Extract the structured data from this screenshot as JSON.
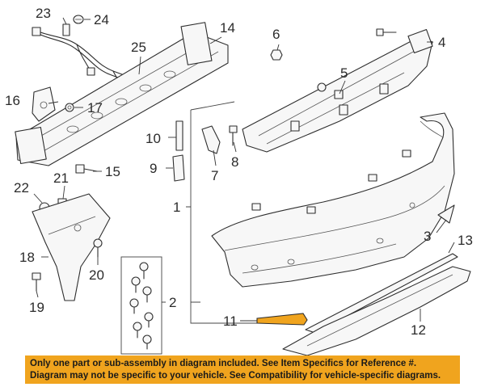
{
  "callouts": [
    "1",
    "2",
    "3",
    "4",
    "5",
    "6",
    "7",
    "8",
    "9",
    "10",
    "11",
    "12",
    "13",
    "14",
    "15",
    "16",
    "17",
    "18",
    "19",
    "20",
    "21",
    "22",
    "23",
    "24",
    "25"
  ],
  "notice": {
    "line1": "Only one part or sub-assembly in diagram included. See Item Specifics for Reference #.",
    "line2": "Diagram may not be specific to your vehicle. See Compatibility for vehicle-specific diagrams."
  },
  "colors": {
    "notice_bg": "#f0a41e",
    "highlight_part": "#f0a41e",
    "line": "#2e2e2e"
  }
}
